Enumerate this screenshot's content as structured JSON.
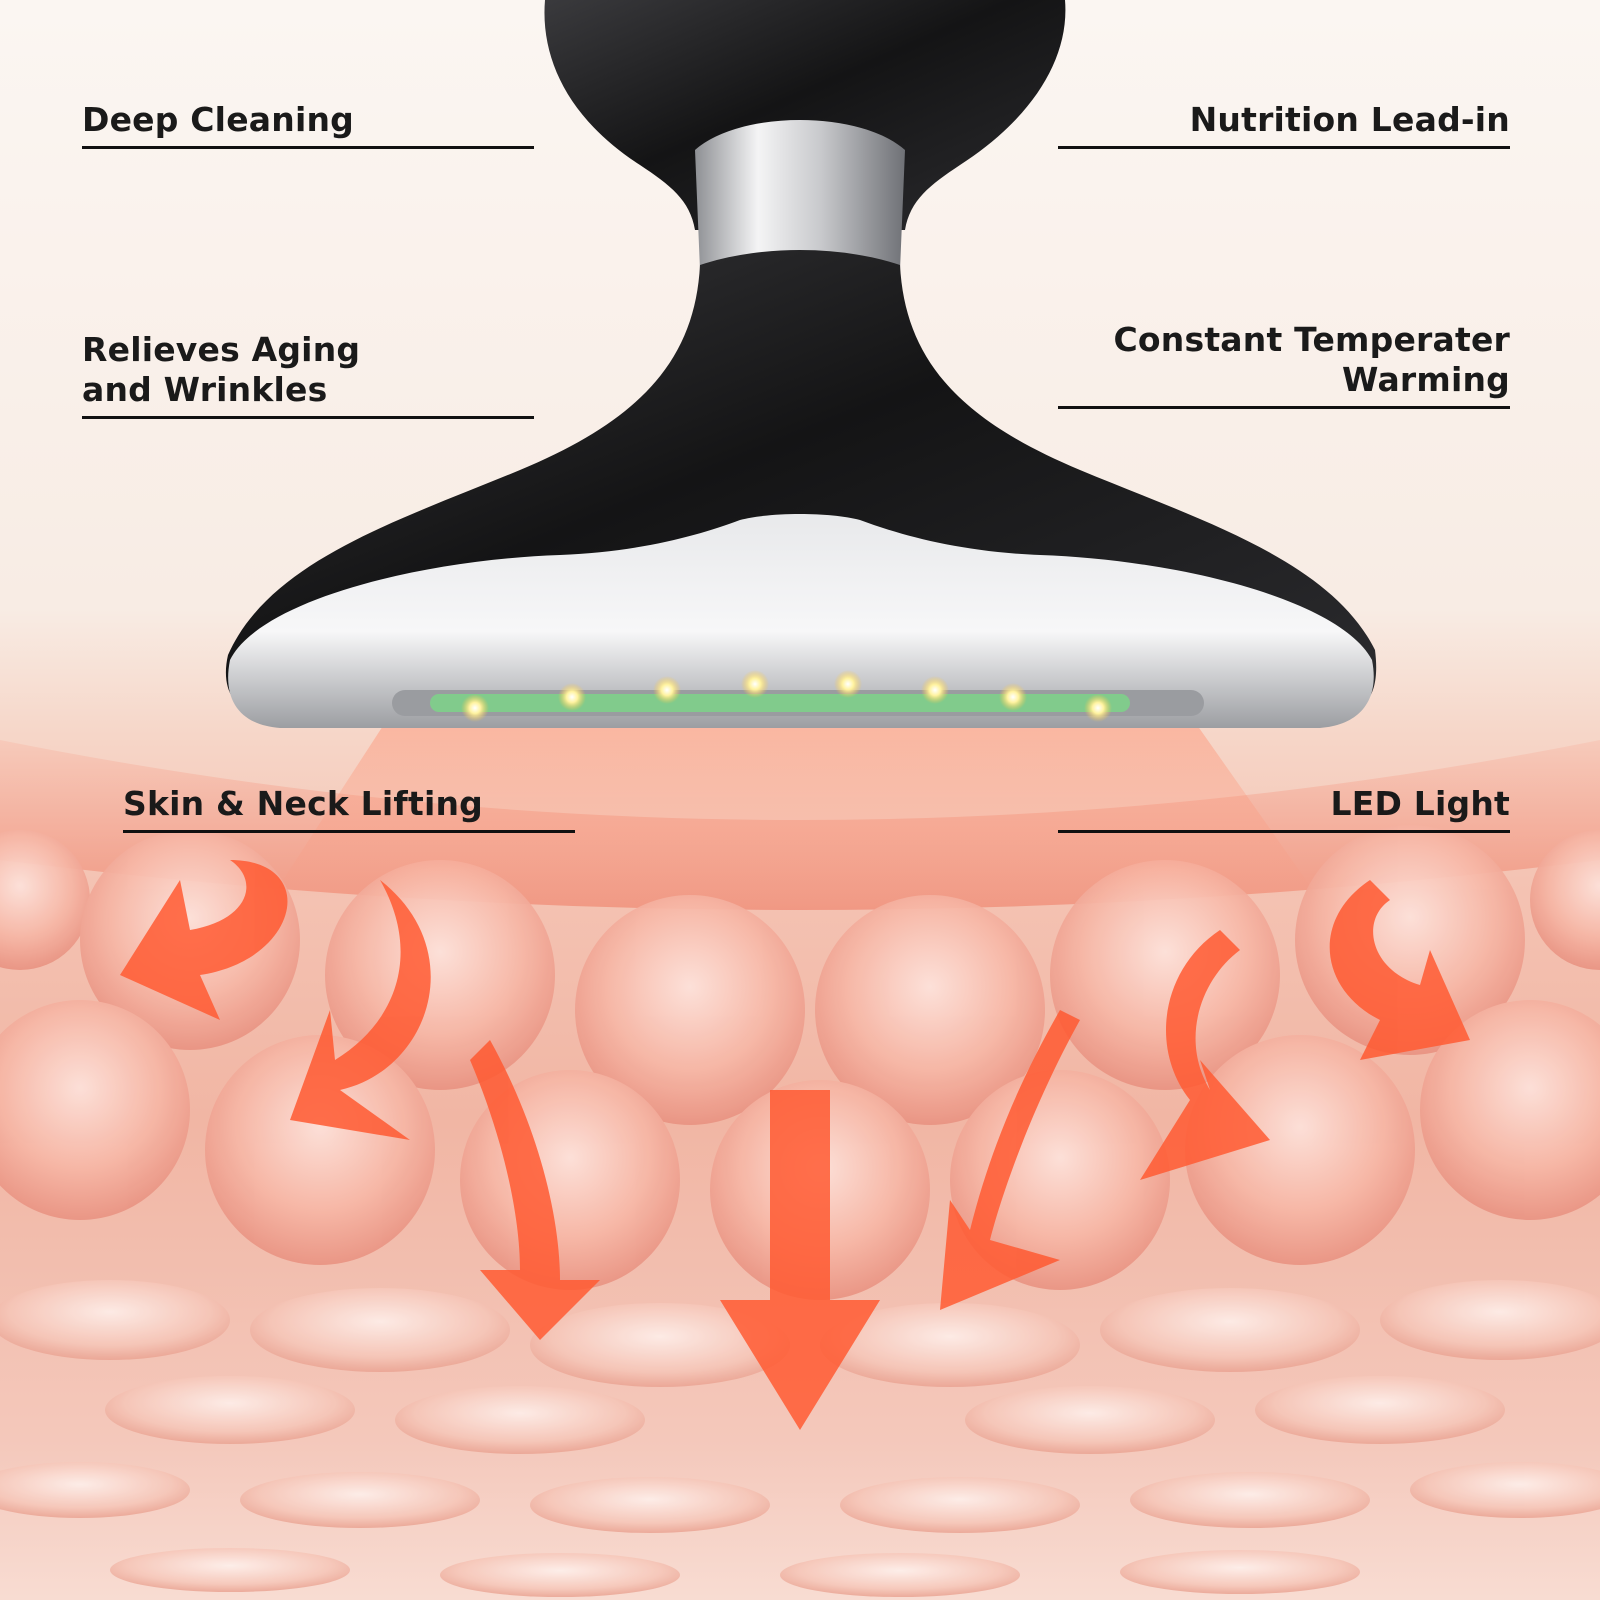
{
  "features": {
    "deep_cleaning": "Deep Cleaning",
    "nutrition_lead_in": "Nutrition Lead-in",
    "relieves_aging": "Relieves Aging\nand Wrinkles",
    "constant_temperature": "Constant Temperater\nWarming",
    "skin_neck_lifting": "Skin & Neck Lifting",
    "led_light": "LED Light"
  },
  "colors": {
    "text": "#1a1a1a",
    "device_body": "#1c1c1e",
    "device_chrome": "#d9dadc",
    "led_green": "#7ed08a",
    "arrow": "#ff5a32",
    "skin": "#f1b6a4"
  },
  "icons": {
    "device": "neck-massager-device",
    "cells": "skin-cells",
    "arrows": "penetration-arrows"
  }
}
